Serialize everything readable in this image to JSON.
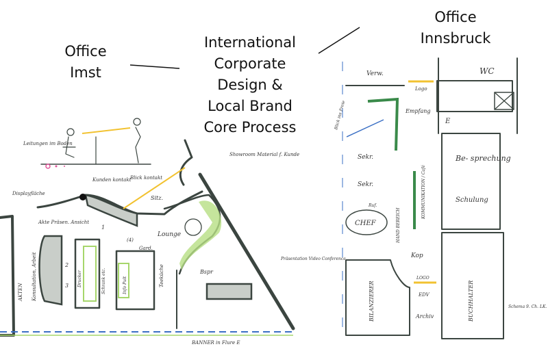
{
  "titles": {
    "imst": [
      "Office",
      "Imst"
    ],
    "center": [
      "International",
      "Corporate",
      "Design &",
      "Local Brand",
      "Core Process"
    ],
    "innsbruck": [
      "Office",
      "Innsbruck"
    ]
  },
  "imst_sketch_labels": {
    "leitungen": "Leitungen im Boden",
    "kunden_kontakt": "Kunden kontakt",
    "blickkontakt": "Blick kontakt",
    "showroom": "Showroom Material f. Kunde",
    "display": "Displayfläche",
    "sitz": "Sitz.",
    "akte": "Akte Präsen. Ansicht",
    "lounge": "Lounge",
    "gard": "Gard.",
    "akten": "AKTEN",
    "konsultation": "Konsultation, Arbeit",
    "drucker": "Drucker",
    "schrank": "Schrank etc.",
    "info_pult": "Info Pult",
    "teeku": "Teeküche",
    "bspr": "Bspr",
    "video": "Präsentation Video Conference",
    "banner": "BANNER in Flure E",
    "n1": "1",
    "n2": "2",
    "n3": "3",
    "n4": "(4)"
  },
  "innsbruck_sketch_labels": {
    "verw": "Verw.",
    "wc": "WC",
    "logo_top": "Logo",
    "empfang": "Empfang",
    "e": "E",
    "blick": "Blick ins Freie",
    "sekr1": "Sekr.",
    "sekr2": "Sekr.",
    "ruf": "Ruf.",
    "chef": "CHEF",
    "hand": "HAND BEREICH",
    "kommunikation": "KOMMUNIKATION / Café",
    "besprechung": "Be- sprechung",
    "schulung": "Schulung",
    "kop": "Kop",
    "logo_bottom": "LOGO",
    "edv": "EDV",
    "archiv": "Archiv",
    "bilanzierer": "BILANZIERER",
    "buchhalter": "BUCHHALTER",
    "schema": "Schema 9. Ch. LK."
  },
  "colors": {
    "pencil": "#3b4540",
    "green": "#a6d66b",
    "yellow": "#f2c230",
    "blue": "#3a6fc4",
    "pink": "#e0559a"
  }
}
